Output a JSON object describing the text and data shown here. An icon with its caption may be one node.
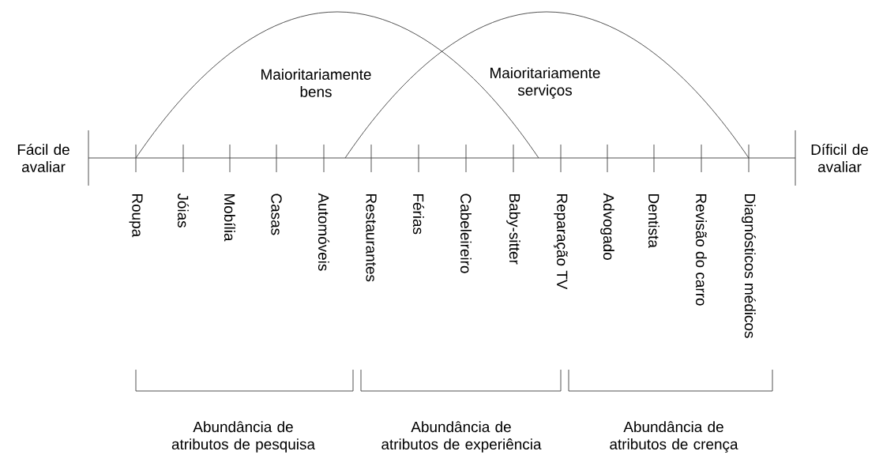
{
  "diagram": {
    "labels": [
      "Maioritariamente bens",
      "Maioritariamente serviços",
      "Fácil de avaliar",
      "Díficil de avaliar",
      "Roupa",
      "Jóias",
      "Mobília",
      "Casas",
      "Automóveis",
      "Restaurantes",
      "Férias",
      "Cabeleireiro",
      "Baby-sitter",
      "Reparação TV",
      "Advogado",
      "Dentista",
      "Revisão do carro",
      "Diagnósticos médicos",
      "Abundância de atributos de pesquisa",
      "Abundância de atributos de experiência",
      "Abundância de atributos de crença"
    ]
  }
}
